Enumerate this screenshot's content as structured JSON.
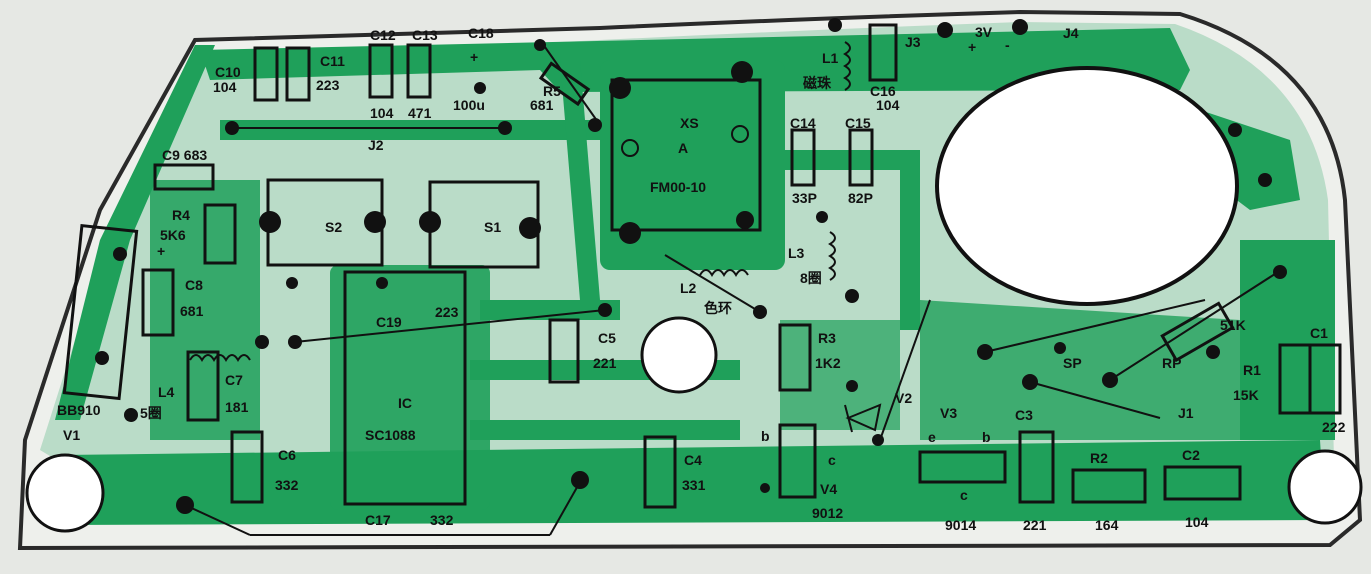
{
  "colors": {
    "paper": "#e6e8e4",
    "copper": "#1fa05a",
    "ink": "#111111",
    "board_outline": "#2a2a2a"
  },
  "labels": {
    "c10": "C10",
    "c10_val": "104",
    "c11": "C11",
    "c11_val": "223",
    "c12": "C12",
    "c12_val": "104",
    "c13": "C13",
    "c13_val": "471",
    "c18": "C18",
    "c18_plus": "+",
    "c18_val": "100u",
    "r5": "R5",
    "r5_val": "681",
    "l1": "L1",
    "l1_val": "磁珠",
    "j3": "J3",
    "v3v": "3V",
    "batt_plus": "+",
    "batt_minus": "-",
    "j4": "J4",
    "c16": "C16",
    "c16_val": "104",
    "xs": "XS",
    "xs_a": "A",
    "fm": "FM00-10",
    "c14": "C14",
    "c14_val": "33P",
    "c15": "C15",
    "c15_val": "82P",
    "c9": "C9 683",
    "j2": "J2",
    "r4": "R4",
    "r4_val": "5K6",
    "r4_plus": "+",
    "s2": "S2",
    "s1": "S1",
    "l3": "L3",
    "l3_val": "8圈",
    "c8": "C8",
    "c8_val": "681",
    "l2": "L2",
    "l2_val": "色环",
    "c19": "C19",
    "c19_val": "223",
    "c5": "C5",
    "c5_val": "221",
    "r3": "R3",
    "r3_val": "1K2",
    "sp": "SP",
    "rp": "RP",
    "rp_val": "51K",
    "r1": "R1",
    "r1_val": "15K",
    "c1": "C1",
    "c1_val": "222",
    "c7": "C7",
    "c7_val": "181",
    "l4": "L4",
    "l4_val": "5圈",
    "bb910": "BB910",
    "v1": "V1",
    "v2": "V2",
    "ic": "IC",
    "ic_val": "SC1088",
    "v3": "V3",
    "c3": "C3",
    "j1": "J1",
    "c6": "C6",
    "c6_val": "332",
    "c4": "C4",
    "c4_val": "331",
    "b1": "b",
    "c1pin": "c",
    "v4": "V4",
    "v4_val": "9012",
    "e3": "e",
    "b3": "b",
    "c3pin": "c",
    "v3_val": "9014",
    "c3_val": "221",
    "r2": "R2",
    "r2_val": "164",
    "c2": "C2",
    "c2_val": "104",
    "c17": "C17",
    "c17_val": "332"
  }
}
